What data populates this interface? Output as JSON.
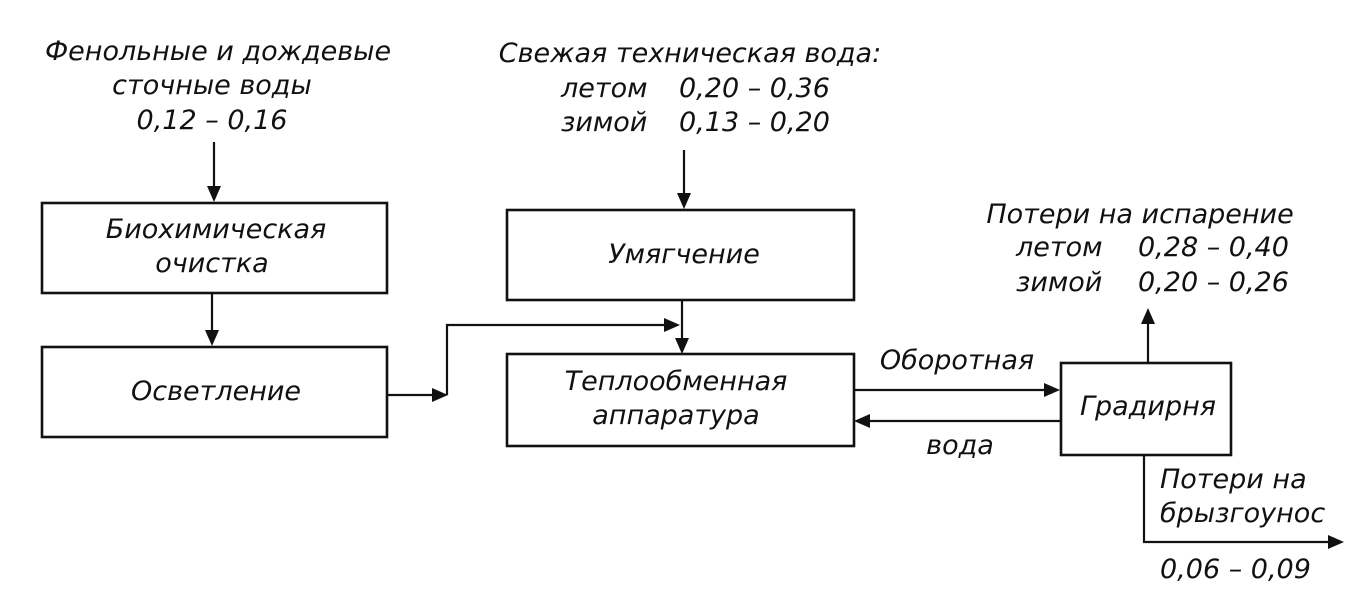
{
  "sources": {
    "phenolic": {
      "line1": "Фенольные и дождевые",
      "line2": "сточные воды",
      "value": "0,12 – 0,16"
    },
    "fresh": {
      "title": "Свежая техническая вода:",
      "summer_label": "летом",
      "summer_value": "0,20 – 0,36",
      "winter_label": "зимой",
      "winter_value": "0,13 – 0,20"
    }
  },
  "blocks": {
    "biochem_line1": "Биохимическая",
    "biochem_line2": "очистка",
    "clarification": "Осветление",
    "softening": "Умягчение",
    "heat_line1": "Теплообменная",
    "heat_line2": "аппаратура",
    "tower": "Градирня"
  },
  "flows": {
    "recycle_top": "Оборотная",
    "recycle_bottom": "вода"
  },
  "losses": {
    "evaporation": {
      "title": "Потери на испарение",
      "summer_label": "летом",
      "summer_value": "0,28 – 0,40",
      "winter_label": "зимой",
      "winter_value": "0,20 – 0,26"
    },
    "spray": {
      "line1": "Потери на",
      "line2": "брызгоунос",
      "value": "0,06 – 0,09"
    }
  }
}
